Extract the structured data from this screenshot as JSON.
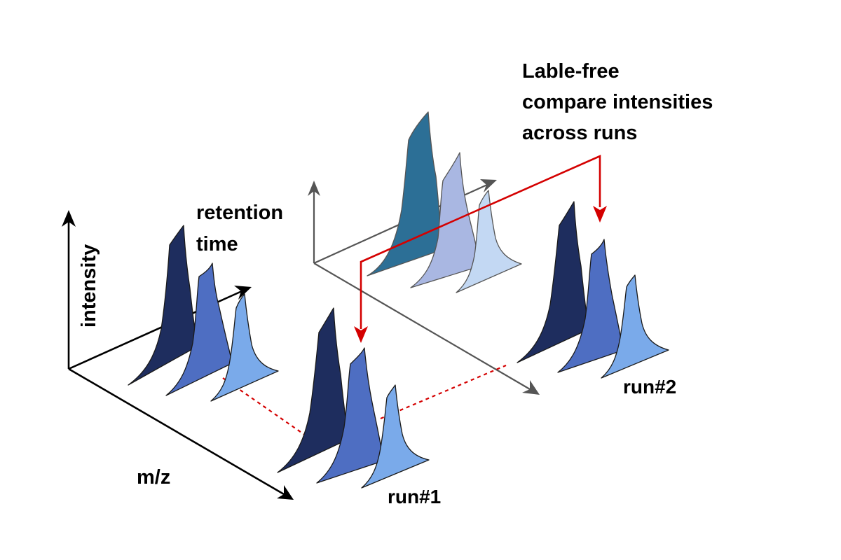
{
  "labels": {
    "intensity": "intensity",
    "retention_time_line1": "retention",
    "retention_time_line2": "time",
    "mz": "m/z",
    "run1": "run#1",
    "run2": "run#2",
    "note_line1": "Lable-free",
    "note_line2": "compare intensities",
    "note_line3": "across runs"
  },
  "colors": {
    "dark_peak": "#1e2d5e",
    "mid_peak": "#4e6ec2",
    "light_peak": "#7aaaea",
    "teal_peak": "#2c6f96",
    "lavender_peak": "#a9b7e2",
    "pale_peak": "#c3d8f3",
    "highlight_arrow": "#d40000",
    "axis_black": "#000000",
    "axis_gray": "#555555"
  },
  "icons": {
    "axis_arrowhead": "arrowhead-icon",
    "highlight_arrowhead": "red-arrowhead-icon"
  }
}
